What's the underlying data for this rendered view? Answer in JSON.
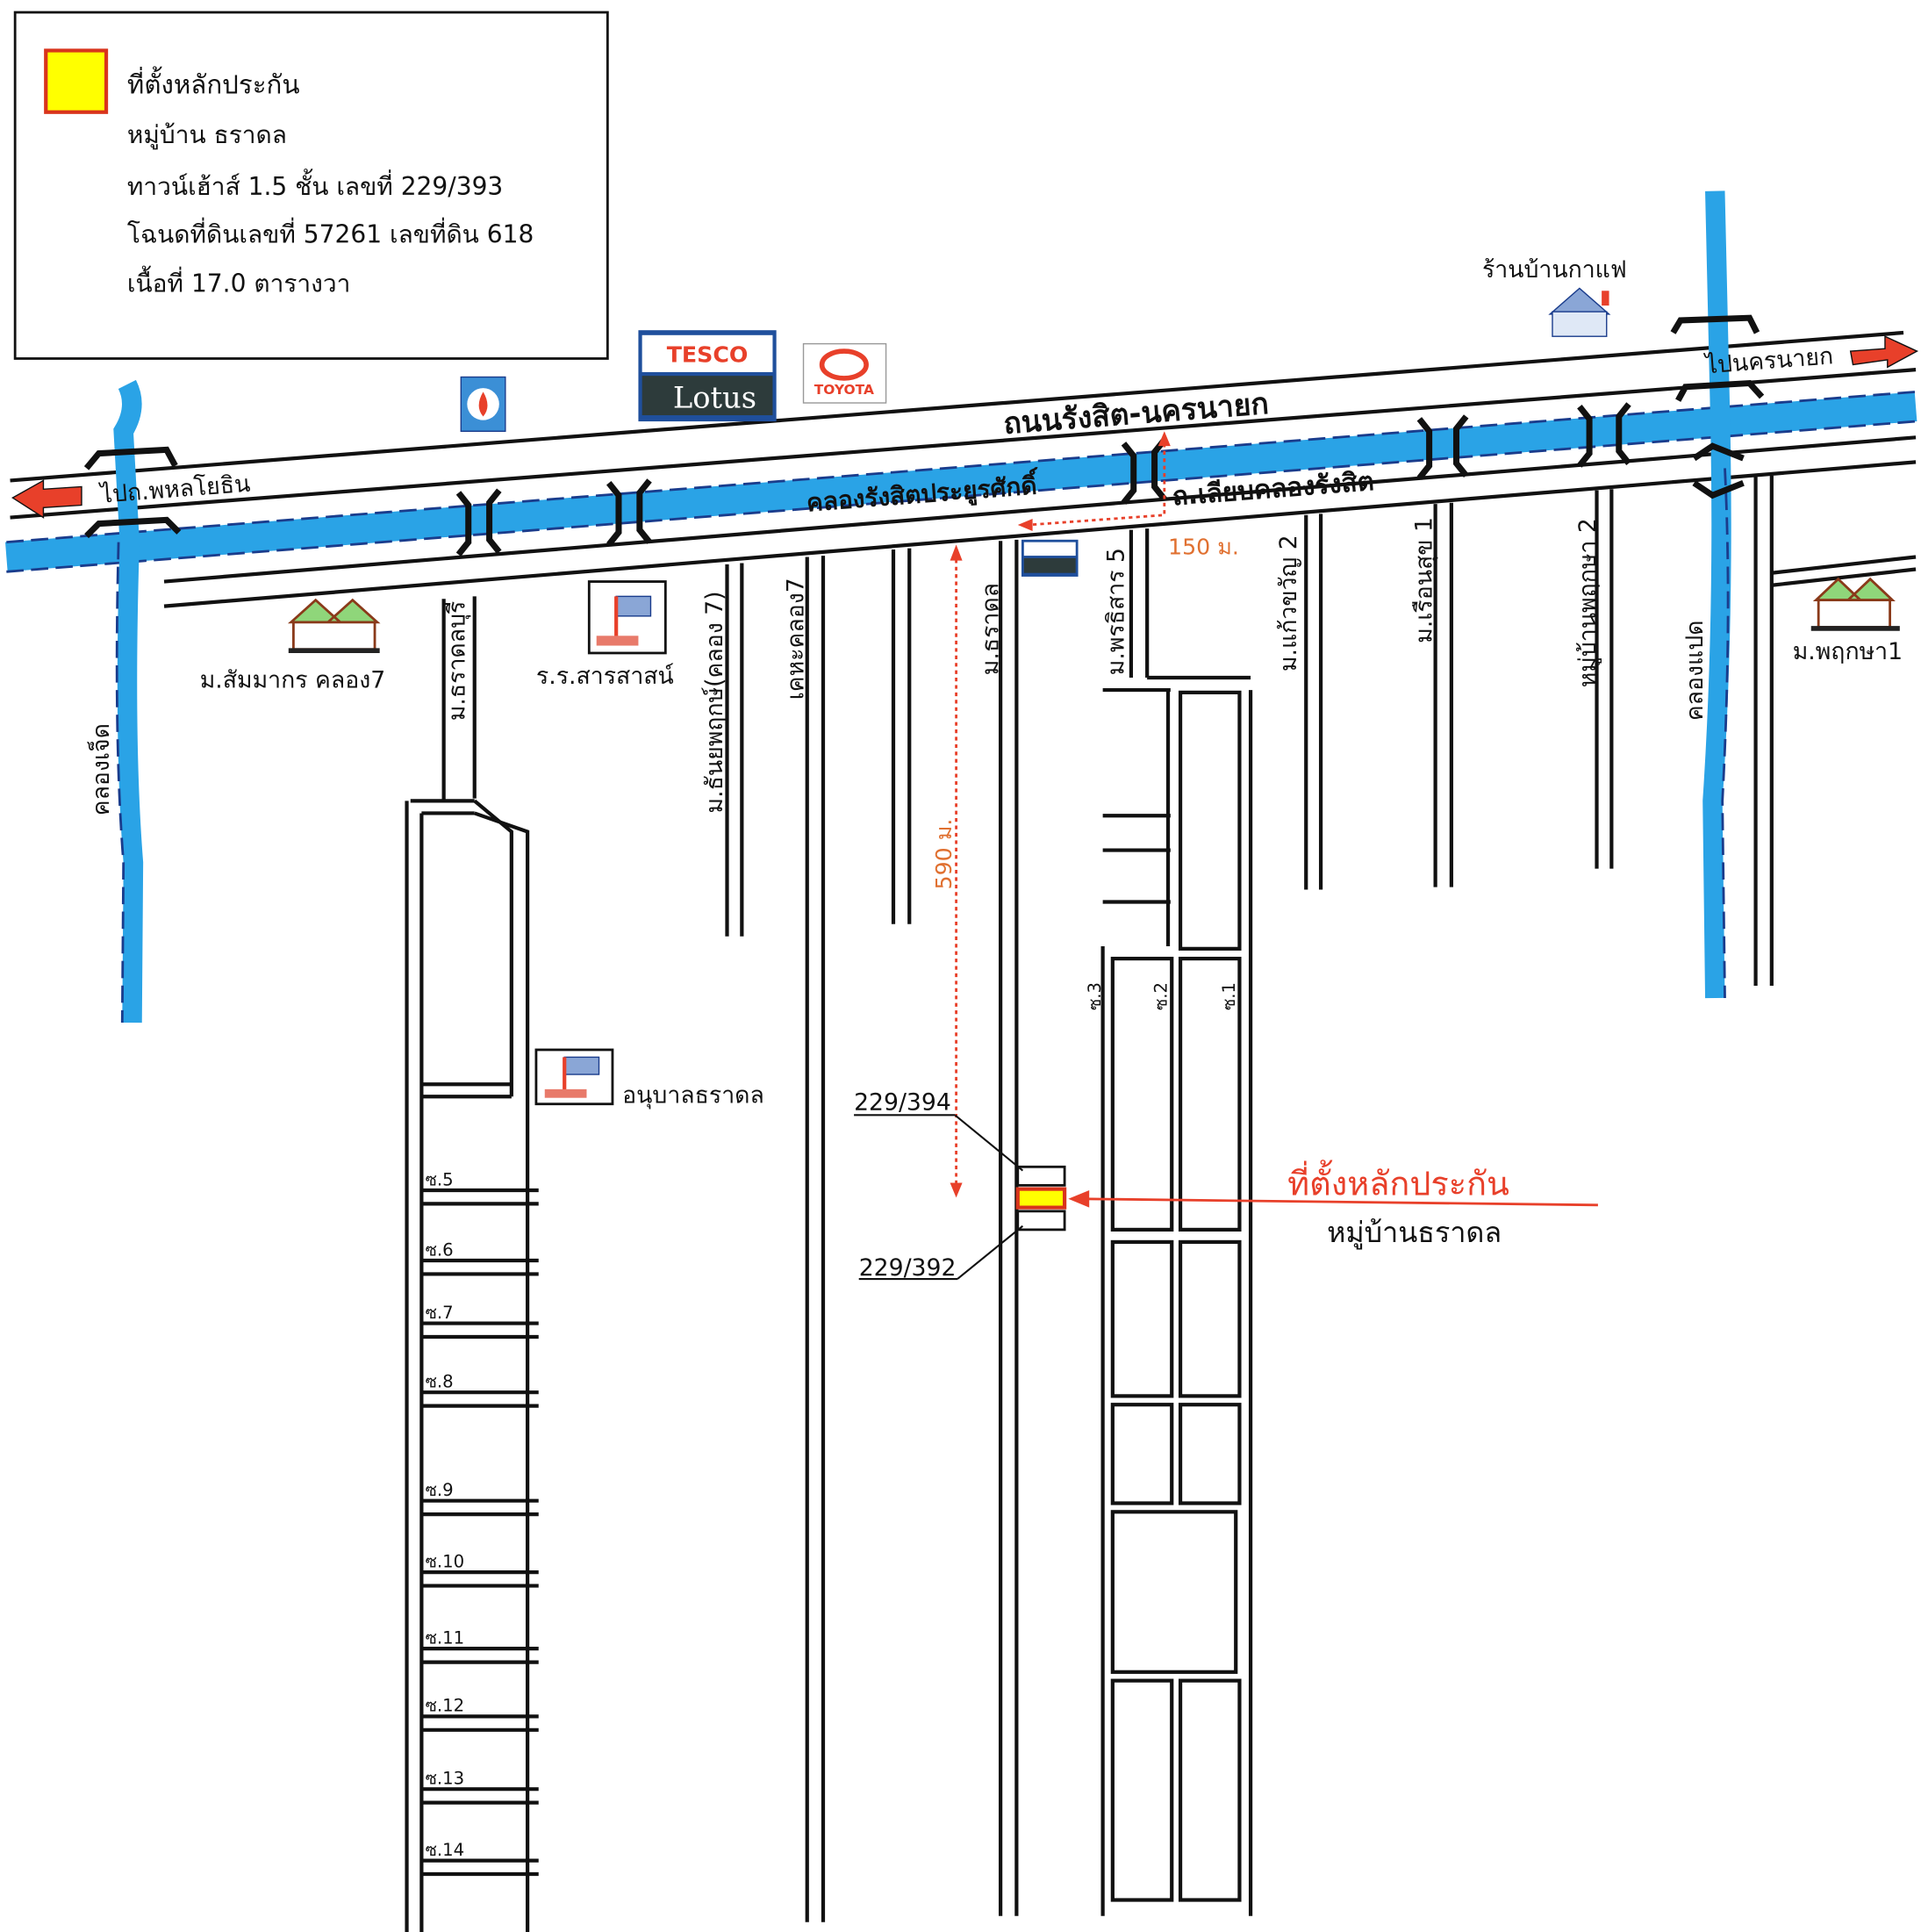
{
  "legend": {
    "title": "ที่ตั้งหลักประกัน",
    "lines": [
      "หมู่บ้าน ธราดล",
      "ทาวน์เฮ้าส์ 1.5 ชั้น เลขที่ 229/393",
      "โฉนดที่ดินเลขที่ 57261 เลขที่ดิน 618",
      "เนื้อที่ 17.0 ตารางวา"
    ],
    "marker_fill": "#ffff00",
    "marker_border": "#d9341c"
  },
  "roads": {
    "main": "ถนนรังสิต-นครนายก",
    "canal": "คลองรังสิตประยูรศักดิ์",
    "side": "ถ.เลียบคลองรังสิต",
    "to_west": "ไปถ.พหลโยธิน",
    "to_east": "ไปนครนายก"
  },
  "streets": [
    "ม.ธราดลบุรี",
    "ม.ธันยพฤกษ์(คลอง 7)",
    "เคหะคลอง7",
    "ม.ธราดล",
    "ม.พรธิสาร 5",
    "ม.แก้วขวัญ 2",
    "ม.เรือนสุข 1",
    "หมู่บ้านพฤกษา 2",
    "คลองแปด",
    "คลองเจ็ด"
  ],
  "places": {
    "cafe": "ร้านบ้านกาแฟ",
    "sammakorn": "ม.สัมมากร คลอง7",
    "school": "ร.ร.สารสาสน์",
    "kindergarten": "อนุบาลธราดล",
    "pruksa1": "ม.พฤกษา1",
    "tesco": "TESCO",
    "lotus": "Lotus",
    "toyota": "TOYOTA"
  },
  "distances": {
    "d150": "150 ม.",
    "d590": "590 ม."
  },
  "houses": {
    "north": "229/394",
    "south": "229/392"
  },
  "sois": [
    "ซ.5",
    "ซ.6",
    "ซ.7",
    "ซ.8",
    "ซ.9",
    "ซ.10",
    "ซ.11",
    "ซ.12",
    "ซ.13",
    "ซ.14"
  ],
  "inner_sois": [
    "ซ.3",
    "ซ.2",
    "ซ.1"
  ],
  "target": {
    "title": "ที่ตั้งหลักประกัน",
    "subtitle": "หมู่บ้านธราดล"
  },
  "colors": {
    "canal": "#2aa3e6",
    "accent": "#e8402a",
    "marker": "#ffff00"
  }
}
